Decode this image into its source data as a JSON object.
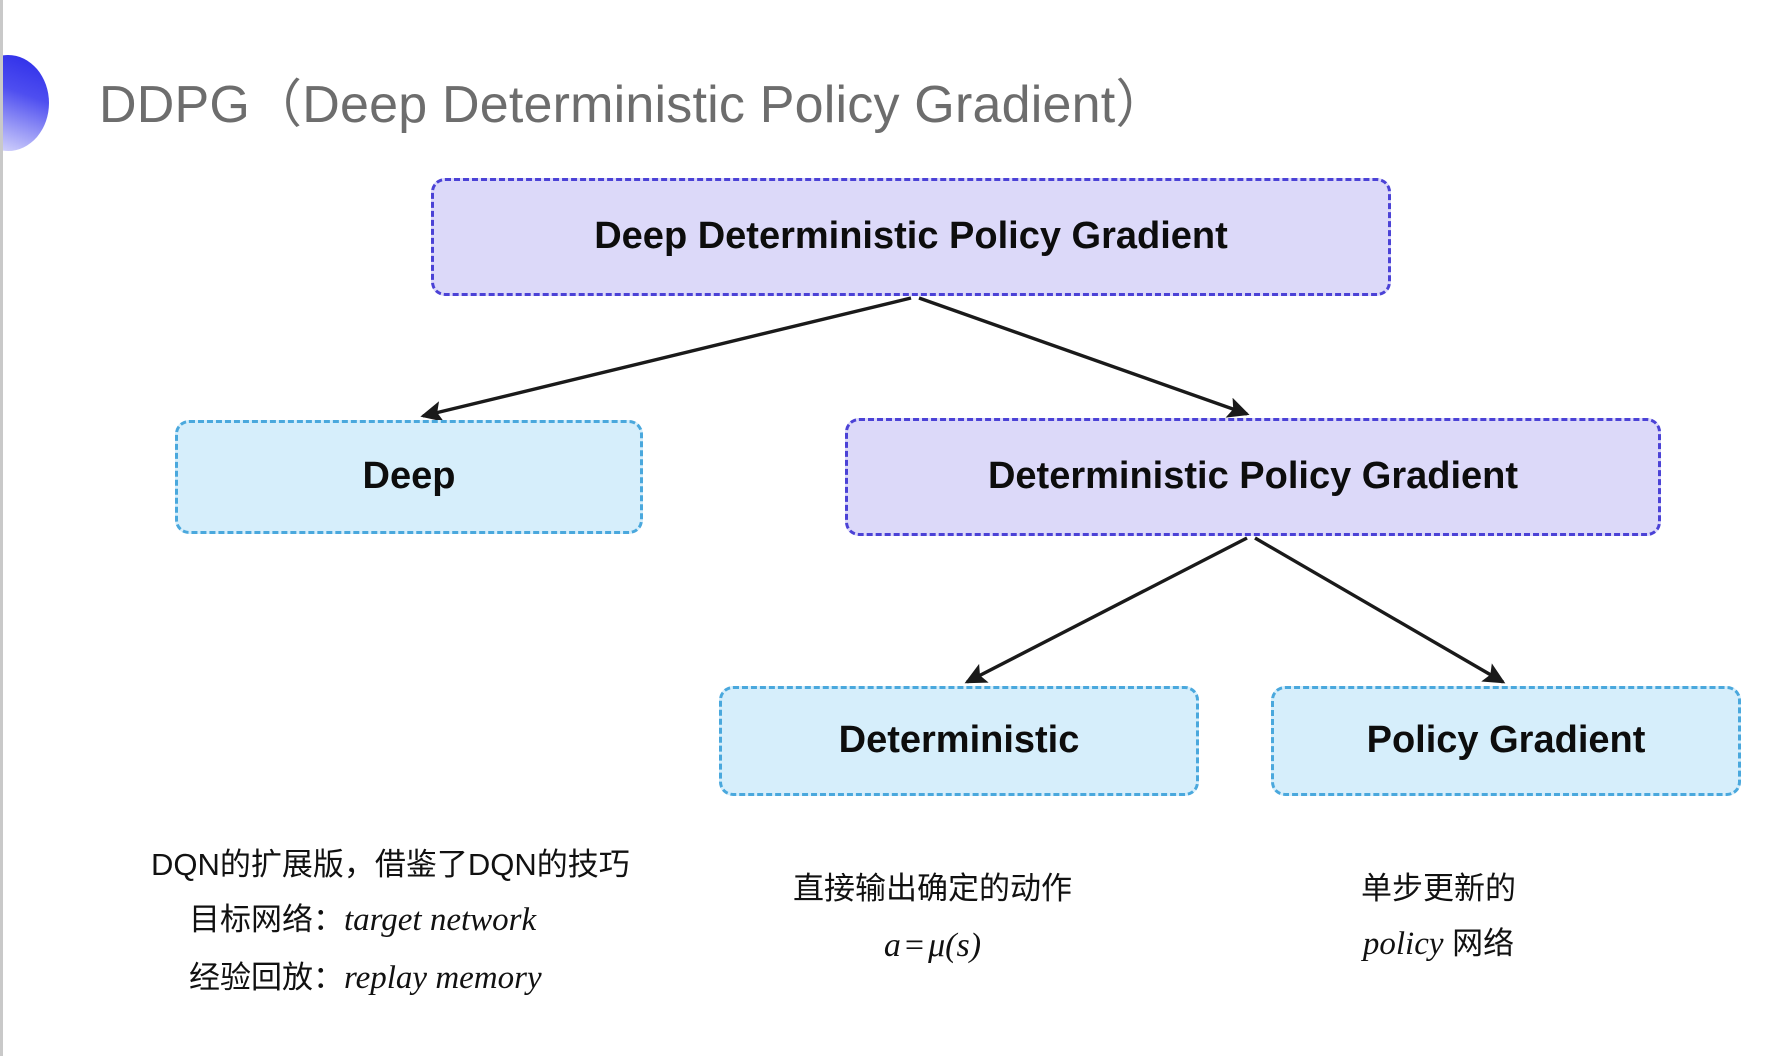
{
  "slide": {
    "title": "DDPG（Deep Deterministic Policy Gradient）",
    "background_color": "#ffffff",
    "decor_icon": "gradient-circle-bullet-icon",
    "title_color": "#6d6d6d"
  },
  "palette": {
    "purple_fill": "#dcd9f9",
    "purple_border": "#4b42d6",
    "blue_fill": "#d6eefb",
    "blue_border": "#4aa8dd",
    "arrow_color": "#1a1a1a",
    "text_color": "#0d0d0d"
  },
  "diagram": {
    "type": "tree",
    "nodes": [
      {
        "id": "root",
        "label": "Deep Deterministic Policy Gradient",
        "style": "purple",
        "level": 0
      },
      {
        "id": "deep",
        "label": "Deep",
        "style": "blue",
        "level": 1
      },
      {
        "id": "dpg",
        "label": "Deterministic Policy Gradient",
        "style": "purple",
        "level": 1
      },
      {
        "id": "det",
        "label": "Deterministic",
        "style": "blue",
        "level": 2
      },
      {
        "id": "pg",
        "label": "Policy Gradient",
        "style": "blue",
        "level": 2
      }
    ],
    "edges": [
      {
        "from": "root",
        "to": "deep"
      },
      {
        "from": "root",
        "to": "dpg"
      },
      {
        "from": "dpg",
        "to": "det"
      },
      {
        "from": "dpg",
        "to": "pg"
      }
    ]
  },
  "captions": {
    "deep": {
      "line1": "DQN的扩展版，借鉴了DQN的技巧",
      "line2_label": "目标网络：",
      "line2_term": "target network",
      "line3_label": "经验回放：",
      "line3_term": "replay memory"
    },
    "deterministic": {
      "line1": "直接输出确定的动作",
      "formula_lhs": "a",
      "formula_op": "=",
      "formula_rhs": "μ(s)"
    },
    "policy_gradient": {
      "line1": "单步更新的",
      "line2_term": "policy",
      "line2_suffix": " 网络"
    }
  }
}
